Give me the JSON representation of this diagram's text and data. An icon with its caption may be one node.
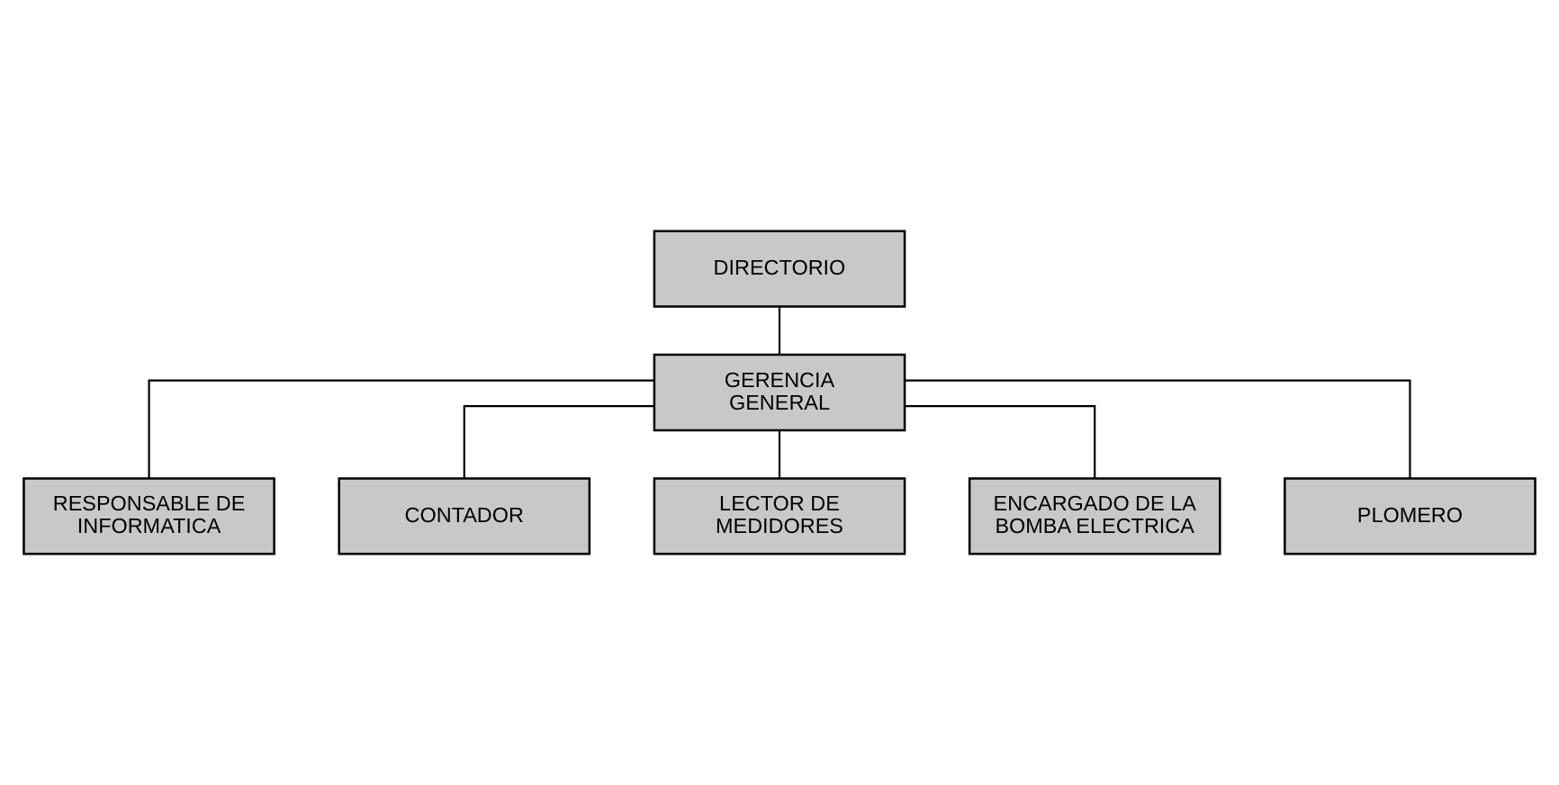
{
  "diagram": {
    "nodes": [
      {
        "text": [
          "DIRECTORIO"
        ]
      },
      {
        "text": [
          "GERENCIA GENERAL"
        ]
      },
      {
        "text": [
          "RESPONSABLE DE INFORMATICA"
        ]
      },
      {
        "text": [
          "CONTADOR"
        ]
      },
      {
        "text": [
          "LECTOR DE MEDIDORES"
        ]
      },
      {
        "text": [
          "ENCARGADO DE LA BOMBA ELECTRICA"
        ]
      },
      {
        "text": [
          "PLOMERO"
        ]
      }
    ],
    "edges": [
      {
        "from": 0,
        "to": 1,
        "arrow": "none"
      },
      {
        "from": 1,
        "to": 2,
        "arrow": "none"
      },
      {
        "from": 1,
        "to": 3,
        "arrow": "none"
      },
      {
        "from": 1,
        "to": 4,
        "arrow": "none"
      },
      {
        "from": 1,
        "to": 5,
        "arrow": "none"
      },
      {
        "from": 1,
        "to": 6,
        "arrow": "none"
      }
    ]
  }
}
